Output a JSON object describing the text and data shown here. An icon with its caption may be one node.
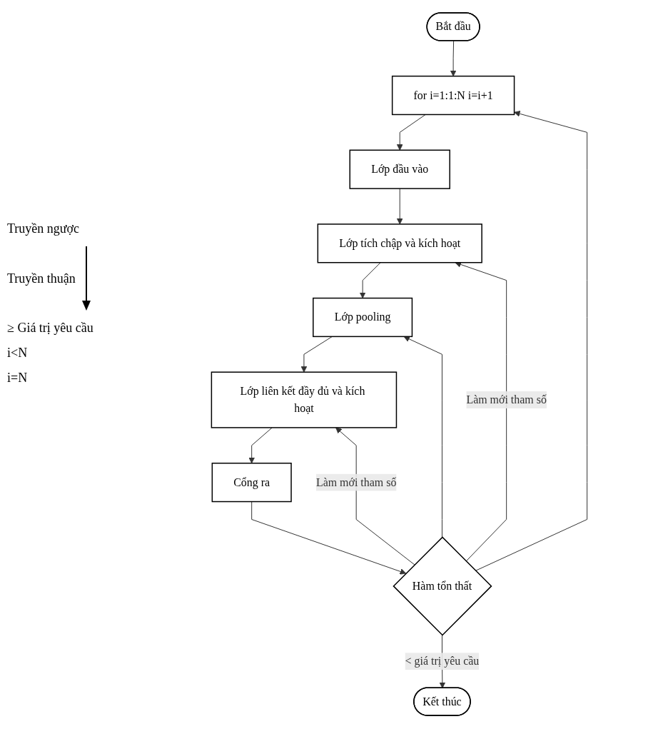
{
  "diagram": {
    "nodes": [
      {
        "text": [
          "Bắt đầu"
        ]
      },
      {
        "text": [
          "for i=1:1:N i=i+1"
        ]
      },
      {
        "text": [
          "Lớp đầu vào"
        ]
      },
      {
        "text": [
          "Lớp tích chập và kích hoạt"
        ]
      },
      {
        "text": [
          "Lớp pooling"
        ]
      },
      {
        "text": [
          "Lớp liên kết đầy đủ và kích hoạt"
        ]
      },
      {
        "text": [
          "Cổng ra"
        ]
      },
      {
        "text": [
          "Hàm tổn thất"
        ]
      },
      {
        "text": [
          "Kết thúc"
        ]
      }
    ],
    "edges": [
      {
        "from": 0,
        "to": 1,
        "arrow": "to"
      },
      {
        "from": 1,
        "to": 2,
        "arrow": "to"
      },
      {
        "from": 2,
        "to": 3,
        "arrow": "to"
      },
      {
        "from": 3,
        "to": 4,
        "arrow": "to"
      },
      {
        "from": 4,
        "to": 5,
        "arrow": "to"
      },
      {
        "from": 5,
        "to": 6,
        "arrow": "to"
      },
      {
        "from": 6,
        "to": 7,
        "arrow": "to"
      },
      {
        "from": 7,
        "to": 8,
        "arrow": "to",
        "label": "< giá trị yêu cầu"
      },
      {
        "from": 7,
        "to": 1,
        "arrow": "to"
      },
      {
        "from": 7,
        "to": 3,
        "arrow": "to",
        "label": "Làm mới tham số"
      },
      {
        "from": 7,
        "to": 4,
        "arrow": "to"
      },
      {
        "from": 7,
        "to": 5,
        "arrow": "to",
        "label": "Làm mới tham số"
      }
    ],
    "labels": [
      "Truyền ngược",
      "Truyền thuận",
      "≥ Giá trị yêu cầu",
      "i<N",
      "i=N"
    ]
  }
}
